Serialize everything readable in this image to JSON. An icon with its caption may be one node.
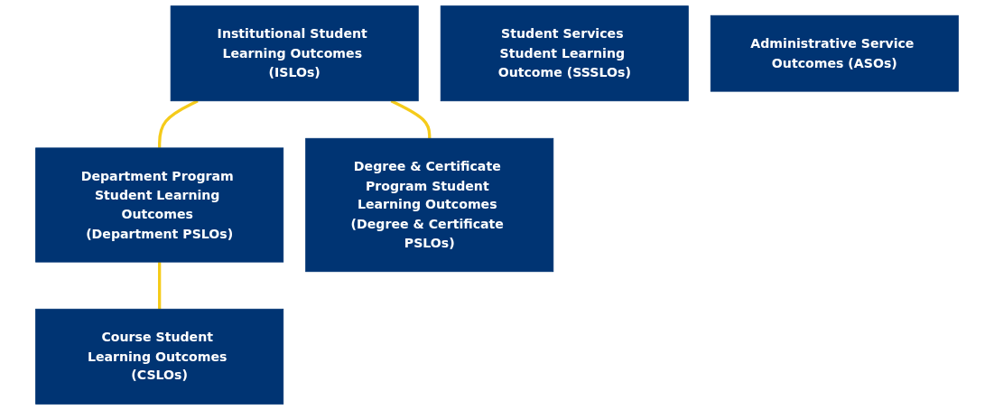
{
  "diagram": {
    "nodes": [
      {
        "text": [
          "Institutional Student Learning Outcomes (ISLOs)"
        ]
      },
      {
        "text": [
          "Department Program Student Learning Outcomes (Department PSLOs)"
        ]
      },
      {
        "text": [
          "Degree & Certificate Program Student Learning Outcomes (Degree & Certificate PSLOs)"
        ]
      },
      {
        "text": [
          "Student Services Student Learning Outcome (SSSLOs)"
        ]
      },
      {
        "text": [
          "Administrative Service Outcomes (ASOs)"
        ]
      },
      {
        "text": [
          "Course Student Learning Outcomes (CSLOs)"
        ]
      }
    ],
    "edges": [
      {
        "from": 0,
        "to": 1,
        "arrow": "none"
      },
      {
        "from": 0,
        "to": 2,
        "arrow": "none"
      },
      {
        "from": 1,
        "to": 5,
        "arrow": "none"
      }
    ]
  }
}
